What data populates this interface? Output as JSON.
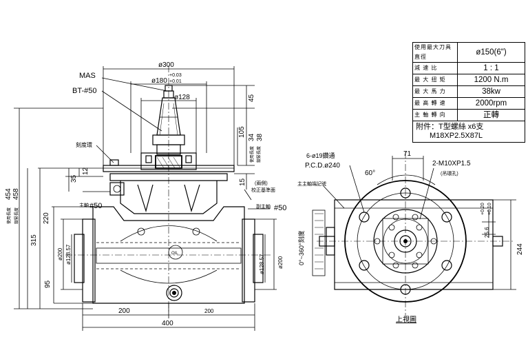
{
  "spec_table": {
    "rows": [
      {
        "label": "使用最大刀具直徑",
        "value": "ø150(6\")"
      },
      {
        "label": "減 速 比",
        "value": "1 : 1"
      },
      {
        "label": "最 大 扭 矩",
        "value": "1200 N.m"
      },
      {
        "label": "最 大 馬 力",
        "value": "38kw"
      },
      {
        "label": "最 高 轉 速",
        "value": "2000rpm"
      },
      {
        "label": "主 軸 轉 向",
        "value": "正轉"
      }
    ],
    "accessory_line1": "附件：T型螺絲 x6支",
    "accessory_line2": "M18XP2.5X87L"
  },
  "front_view": {
    "dim_300": "ø300",
    "dim_180": "ø180",
    "tol_upper": "+0.03",
    "tol_lower": "+0.01",
    "dim_128": "ø128",
    "label_mas": "MAS",
    "label_bt": "BT-#50",
    "dim_45": "45",
    "dim_105": "105",
    "dim_34": "34",
    "dim_38": "38",
    "dim_15": "15",
    "label_use_len_34": "使用長度",
    "label_lock_len_38": "鎖緊長度",
    "label_scale_ring": "刻度環",
    "dim_35": "35",
    "dim_12": "12",
    "label_both_sides": "(兩側)",
    "label_reference": "校正基準面",
    "label_main_axis": "主軸",
    "label_main_50": "#50",
    "label_sub_axis": "副主軸",
    "label_sub_50": "#50",
    "dim_454": "454",
    "dim_458": "458",
    "label_use_len_454": "使用長度",
    "label_lock_len_458": "鎖緊長度",
    "dim_315": "315",
    "dim_220": "220",
    "dim_95": "95",
    "dim_200_left": "ø200",
    "dim_12857_left": "ø128.57",
    "dim_12857_right": "ø128.57",
    "dim_200_right": "ø200",
    "label_oil": "OIL",
    "dim_200_bottom_left": "200",
    "dim_200_bottom_right": "200",
    "dim_400": "400"
  },
  "top_view": {
    "label_holes": "6-ø19鑽通",
    "label_pcd": "P.C.D.ø240",
    "dim_71": "71",
    "label_tap": "2-M10XP1.5",
    "label_tap_sub": "(吊環孔)",
    "dim_60": "60°",
    "label_spindle_mark": "主主軸端記號",
    "dim_tol_upper": "+0.20",
    "dim_tol_lower": "+0.10",
    "dim_25_6": "25.6",
    "dim_244": "244",
    "label_scale": "0°~360°刻度",
    "label_view": "上視圖"
  },
  "colors": {
    "line": "#000000",
    "background": "#ffffff"
  }
}
